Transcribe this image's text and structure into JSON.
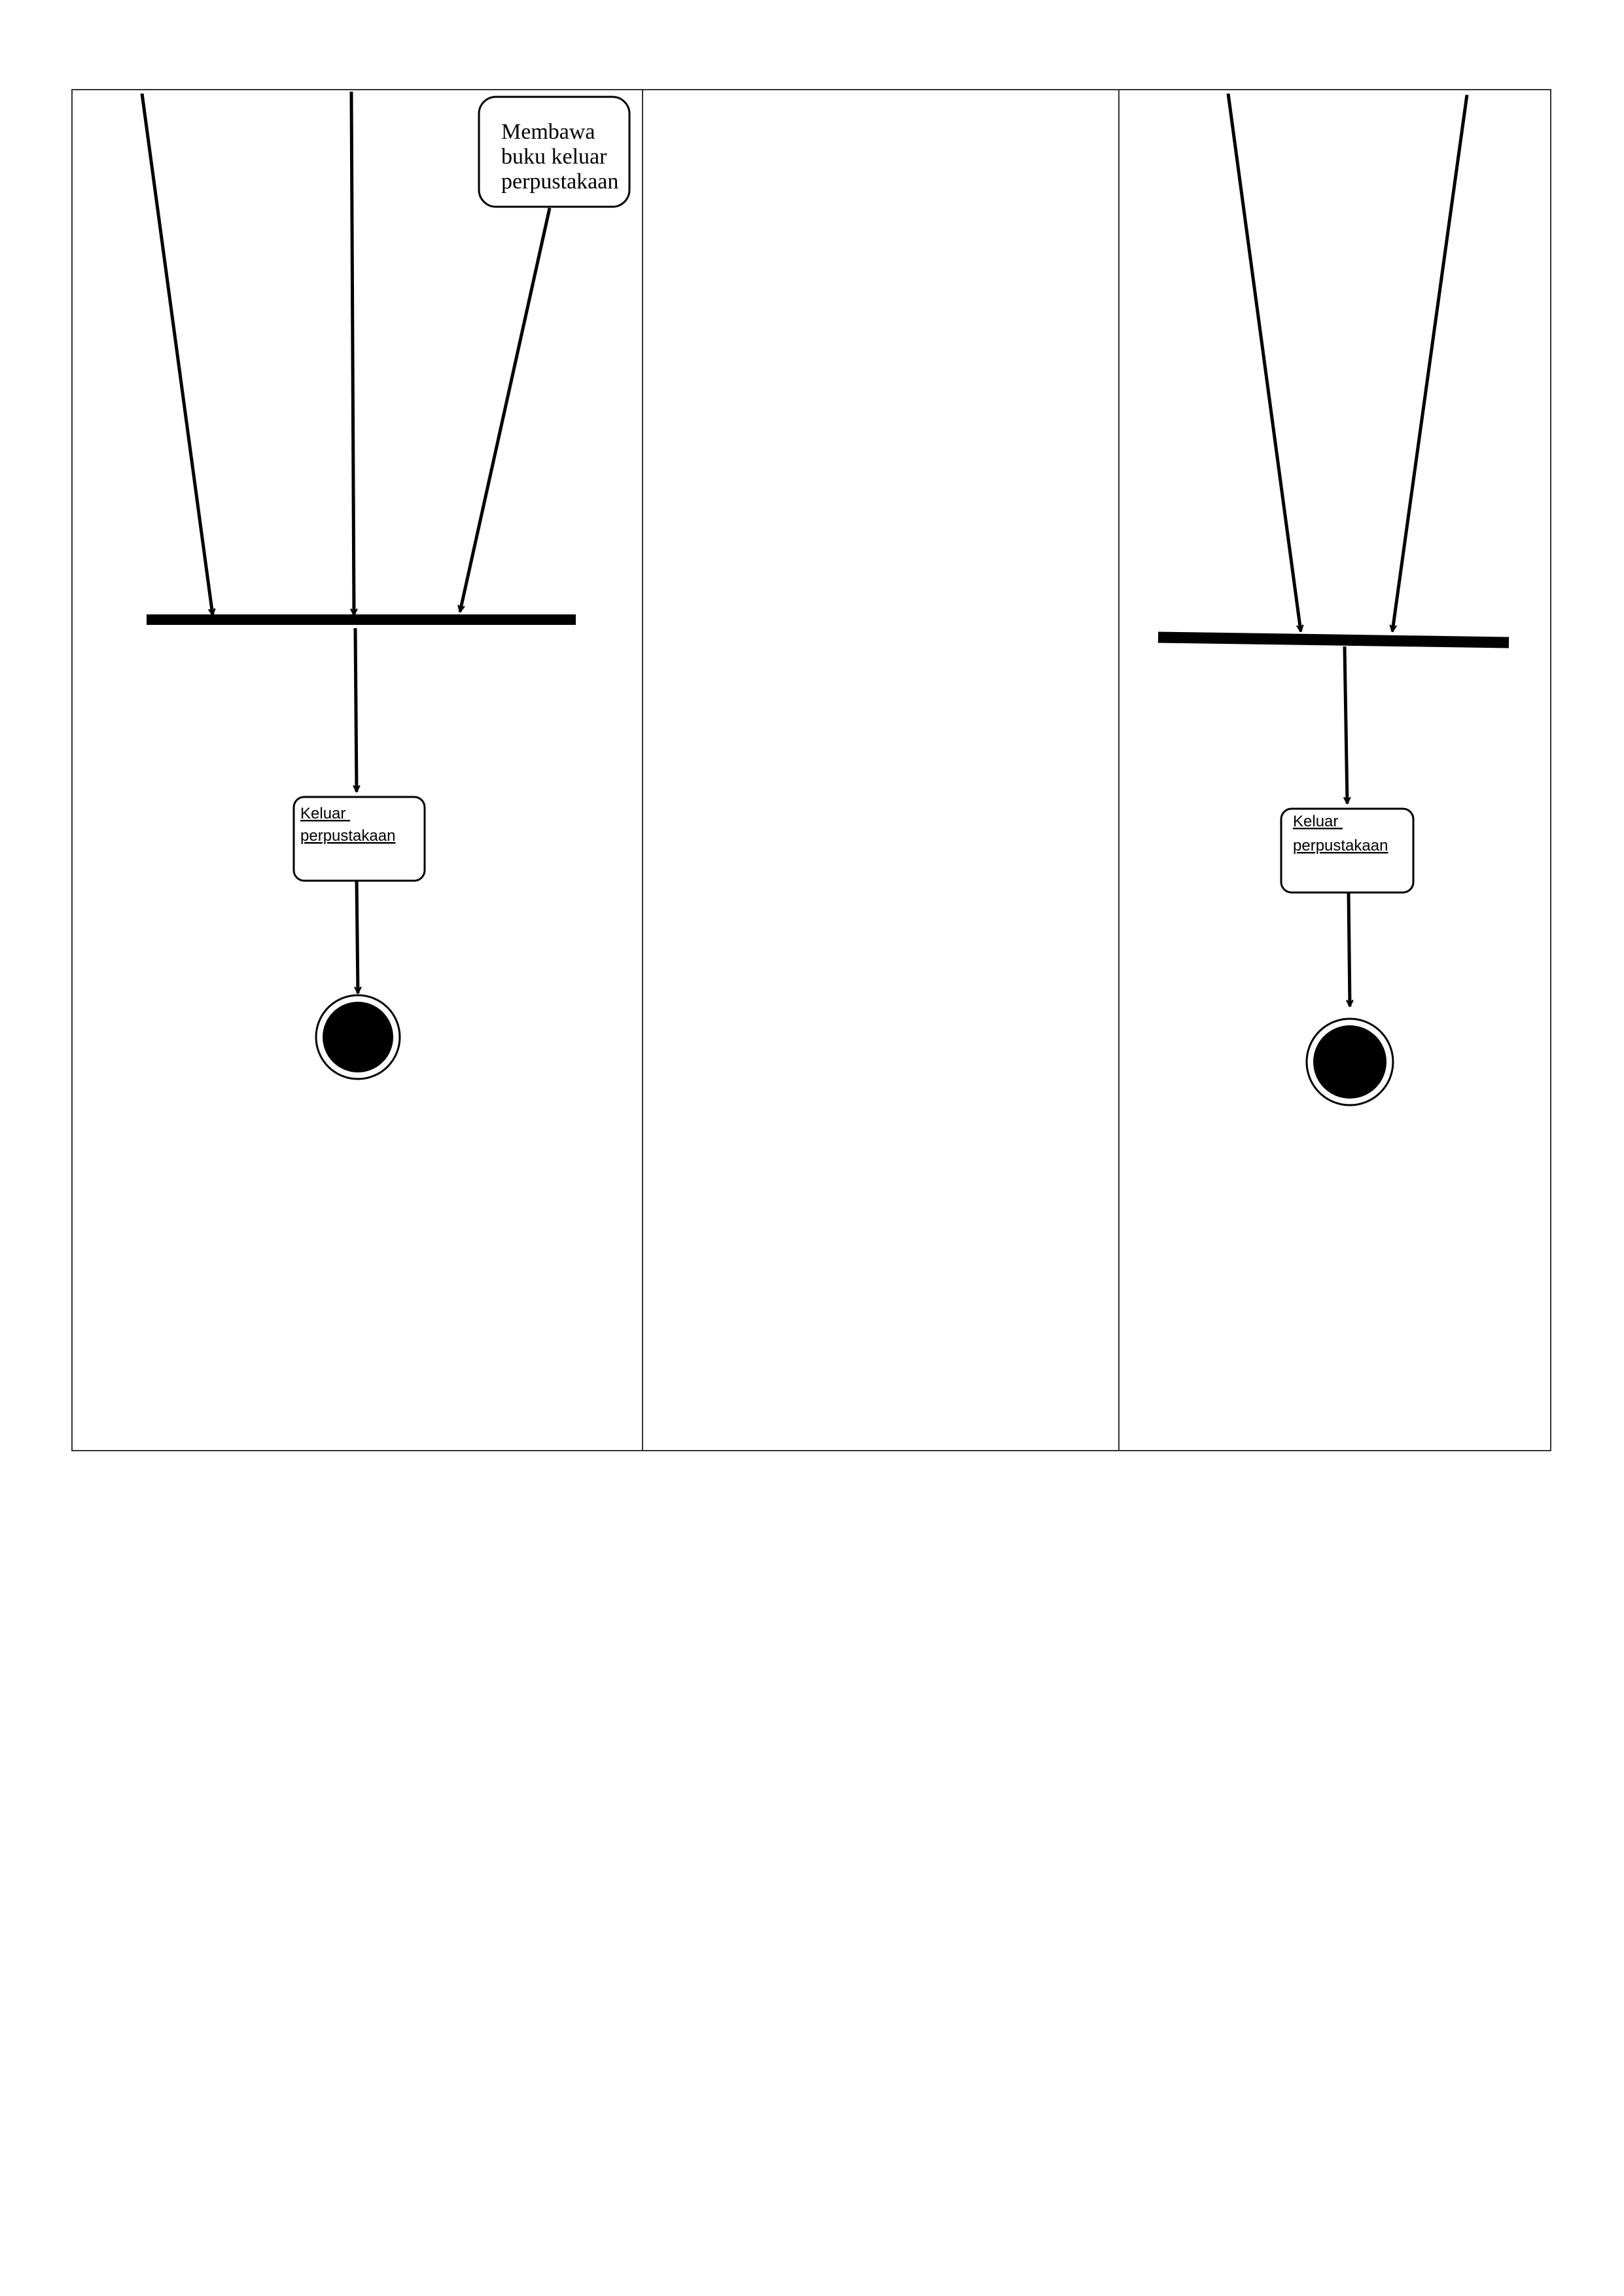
{
  "diagram": {
    "type": "uml-activity-swimlane",
    "lanes": [
      "lane-1",
      "lane-2",
      "lane-3"
    ],
    "nodes": {
      "membawa_buku": {
        "lines": [
          "Membawa",
          "buku keluar",
          "perpustakaan"
        ]
      },
      "keluar_left": {
        "lines": [
          "Keluar ",
          "perpustakaan "
        ]
      },
      "keluar_right": {
        "lines": [
          "Keluar ",
          "perpustakaan"
        ]
      }
    }
  }
}
